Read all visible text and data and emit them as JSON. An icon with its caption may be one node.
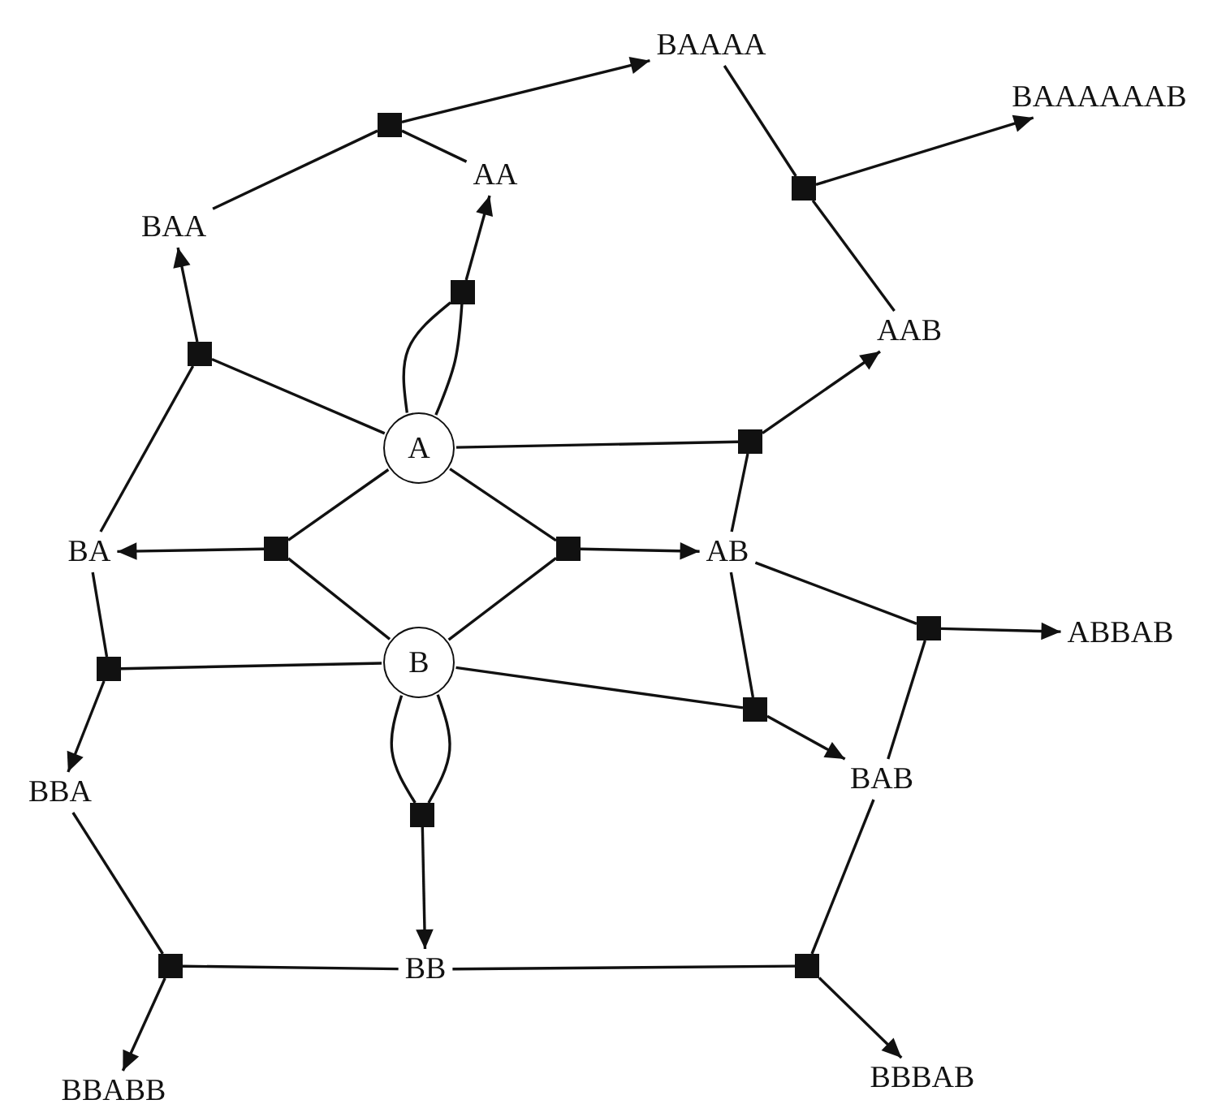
{
  "diagram": {
    "nodes": [
      {
        "text": [
          "BAAAA"
        ]
      },
      {
        "text": [
          "BAAAAAAB"
        ]
      },
      {
        "text": [
          "AA"
        ]
      },
      {
        "text": [
          "BAA"
        ]
      },
      {
        "text": [
          "AAB"
        ]
      },
      {
        "text": [
          "A"
        ]
      },
      {
        "text": [
          "BA"
        ]
      },
      {
        "text": [
          "AB"
        ]
      },
      {
        "text": [
          "ABBAB"
        ]
      },
      {
        "text": [
          "B"
        ]
      },
      {
        "text": [
          "BBA"
        ]
      },
      {
        "text": [
          "BAB"
        ]
      },
      {
        "text": [
          "BB"
        ]
      },
      {
        "text": [
          "BBBAB"
        ]
      },
      {
        "text": [
          "BBABB"
        ]
      },
      {
        "text": [],
        "shape": "box"
      },
      {
        "text": [],
        "shape": "box"
      },
      {
        "text": [],
        "shape": "box"
      },
      {
        "text": [],
        "shape": "box"
      },
      {
        "text": [],
        "shape": "box"
      },
      {
        "text": [],
        "shape": "box"
      },
      {
        "text": [],
        "shape": "box"
      },
      {
        "text": [],
        "shape": "box"
      },
      {
        "text": [],
        "shape": "box"
      },
      {
        "text": [],
        "shape": "box"
      },
      {
        "text": [],
        "shape": "box"
      },
      {
        "text": [],
        "shape": "box"
      },
      {
        "text": [],
        "shape": "box"
      }
    ],
    "edges": [
      {
        "from": 3,
        "to": 15,
        "arrow": "none"
      },
      {
        "from": 2,
        "to": 15,
        "arrow": "none"
      },
      {
        "from": 15,
        "to": 0,
        "arrow": "to"
      },
      {
        "from": 0,
        "to": 16,
        "arrow": "none"
      },
      {
        "from": 4,
        "to": 16,
        "arrow": "none"
      },
      {
        "from": 16,
        "to": 1,
        "arrow": "to"
      },
      {
        "from": 5,
        "to": 17,
        "arrow": "none"
      },
      {
        "from": 6,
        "to": 17,
        "arrow": "none"
      },
      {
        "from": 17,
        "to": 3,
        "arrow": "to"
      },
      {
        "from": 5,
        "to": 18,
        "arrow": "none"
      },
      {
        "from": 5,
        "to": 18,
        "arrow": "none"
      },
      {
        "from": 18,
        "to": 2,
        "arrow": "to"
      },
      {
        "from": 5,
        "to": 19,
        "arrow": "none"
      },
      {
        "from": 7,
        "to": 19,
        "arrow": "none"
      },
      {
        "from": 19,
        "to": 4,
        "arrow": "to"
      },
      {
        "from": 5,
        "to": 20,
        "arrow": "none"
      },
      {
        "from": 9,
        "to": 20,
        "arrow": "none"
      },
      {
        "from": 20,
        "to": 6,
        "arrow": "to"
      },
      {
        "from": 5,
        "to": 21,
        "arrow": "none"
      },
      {
        "from": 9,
        "to": 21,
        "arrow": "none"
      },
      {
        "from": 21,
        "to": 7,
        "arrow": "to"
      },
      {
        "from": 6,
        "to": 22,
        "arrow": "none"
      },
      {
        "from": 9,
        "to": 22,
        "arrow": "none"
      },
      {
        "from": 22,
        "to": 10,
        "arrow": "to"
      },
      {
        "from": 7,
        "to": 23,
        "arrow": "none"
      },
      {
        "from": 11,
        "to": 23,
        "arrow": "none"
      },
      {
        "from": 23,
        "to": 8,
        "arrow": "to"
      },
      {
        "from": 9,
        "to": 24,
        "arrow": "none"
      },
      {
        "from": 7,
        "to": 24,
        "arrow": "none"
      },
      {
        "from": 24,
        "to": 11,
        "arrow": "to"
      },
      {
        "from": 9,
        "to": 25,
        "arrow": "none"
      },
      {
        "from": 9,
        "to": 25,
        "arrow": "none"
      },
      {
        "from": 25,
        "to": 12,
        "arrow": "to"
      },
      {
        "from": 10,
        "to": 26,
        "arrow": "none"
      },
      {
        "from": 12,
        "to": 26,
        "arrow": "none"
      },
      {
        "from": 26,
        "to": 14,
        "arrow": "to"
      },
      {
        "from": 12,
        "to": 27,
        "arrow": "none"
      },
      {
        "from": 11,
        "to": 27,
        "arrow": "none"
      },
      {
        "from": 27,
        "to": 13,
        "arrow": "to"
      }
    ]
  }
}
